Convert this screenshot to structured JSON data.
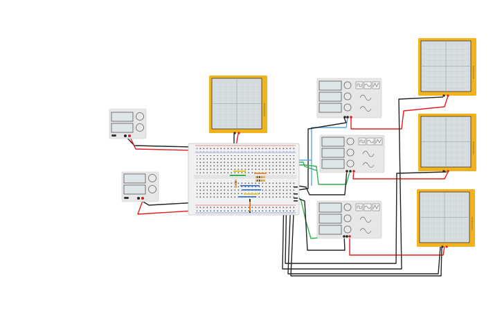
{
  "app": {
    "name": "",
    "view": "circuit-editor"
  },
  "colors": {
    "background": "#ffffff",
    "scope_frame": "#f2b21e",
    "scope_screen": "#d7dde0",
    "scope_grid": "#b9c2c6",
    "instrument_body": "#e7e7e7",
    "instrument_display": "#dfe6ea",
    "breadboard": "#f1f1f1",
    "wire_black": "#222222",
    "wire_red": "#e31b1b",
    "wire_green": "#2db24a",
    "wire_blue": "#59a8d9"
  },
  "oscilloscopes": [
    {
      "id": "osc-1",
      "label": "Oscilloscope"
    },
    {
      "id": "osc-2",
      "label": "Oscilloscope"
    },
    {
      "id": "osc-3",
      "label": "Oscilloscope"
    },
    {
      "id": "osc-4",
      "label": "Oscilloscope"
    }
  ],
  "function_generators": [
    {
      "id": "fg-1",
      "waveforms": [
        "square-wave-icon",
        "sine-wave-icon",
        "triangle-wave-icon"
      ]
    },
    {
      "id": "fg-2",
      "waveforms": [
        "square-wave-icon",
        "sine-wave-icon",
        "triangle-wave-icon"
      ]
    },
    {
      "id": "fg-3",
      "waveforms": [
        "square-wave-icon",
        "sine-wave-icon",
        "triangle-wave-icon"
      ]
    }
  ],
  "power_supplies": [
    {
      "id": "ps-1"
    },
    {
      "id": "ps-2"
    }
  ],
  "breadboard": {
    "id": "bb-1"
  }
}
